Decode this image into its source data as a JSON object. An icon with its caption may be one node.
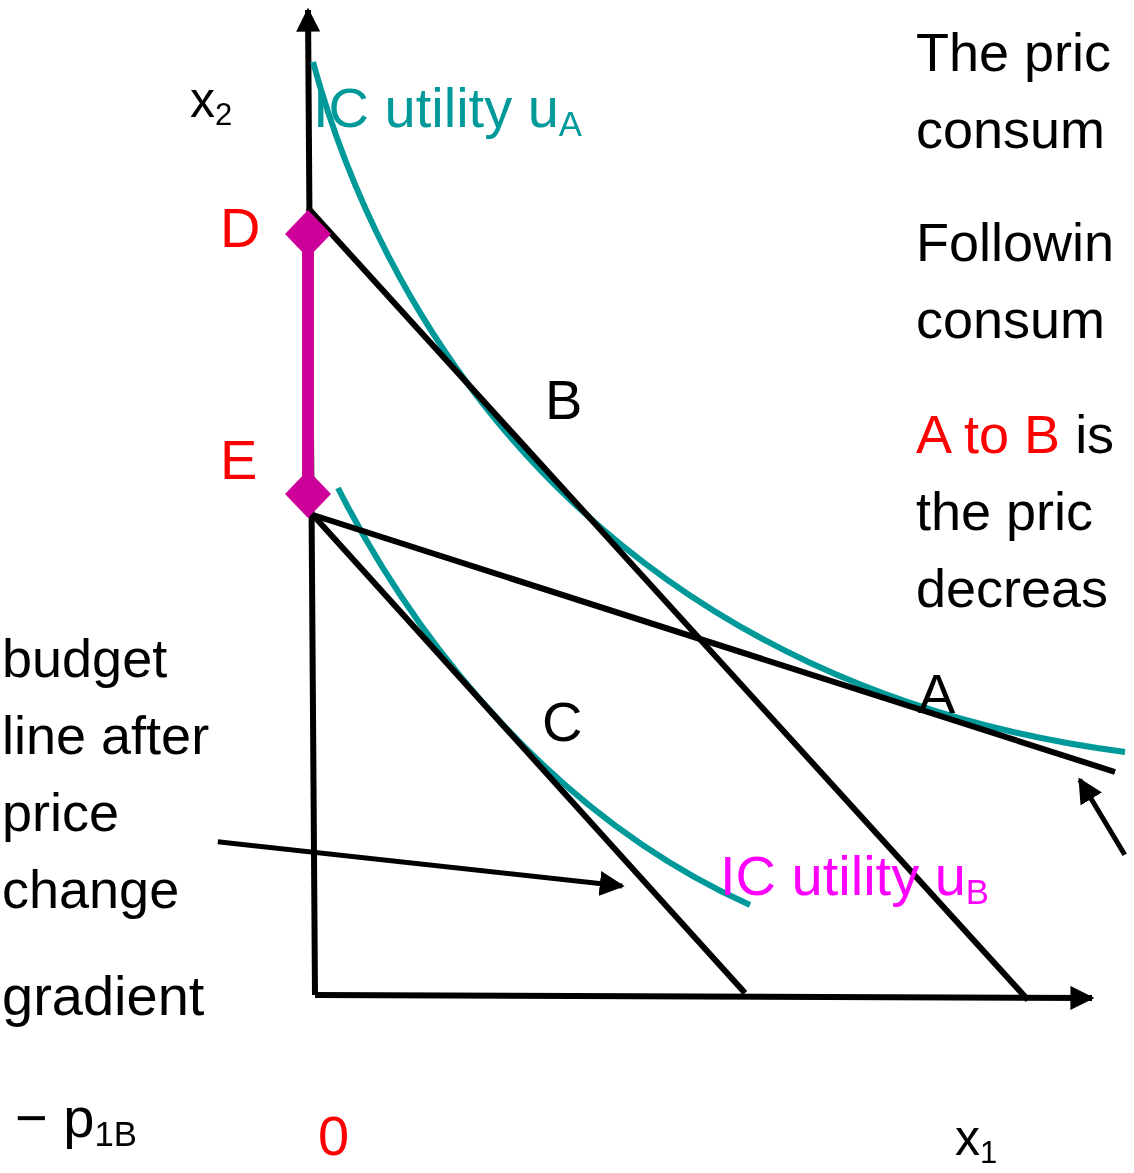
{
  "diagram": {
    "nodes": [
      {
        "text": [
          "budget line after price change"
        ]
      },
      {
        "text": [],
        "shape": "line"
      },
      {
        "text": [],
        "shape": "line"
      }
    ],
    "edges": [
      {
        "from": 0,
        "to": 1,
        "arrow": "to"
      },
      {
        "from": null,
        "to": 2,
        "arrow": "to"
      }
    ],
    "labels": [
      "x$_{2}$",
      "IC utility u$_{A}$",
      "The pric consum",
      "D",
      "Followin consum",
      "B",
      "E",
      "A to B",
      "is the pric decreas",
      "A",
      "C",
      "IC utility u$_{B}$",
      "gradient",
      "− p$_{1B}$",
      "0",
      "x$_{1}$"
    ]
  }
}
